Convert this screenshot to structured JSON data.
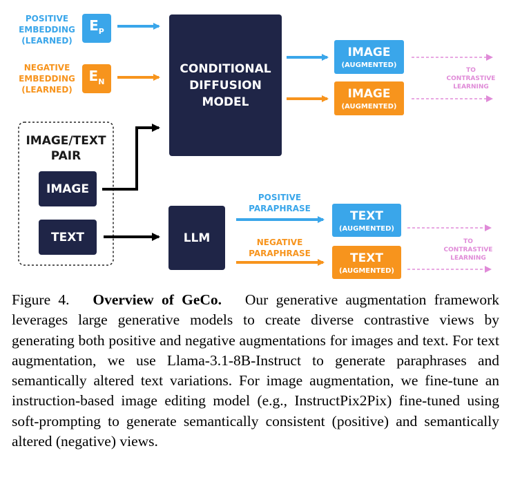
{
  "diagram": {
    "pos_embedding_label": [
      "POSITIVE",
      "EMBEDDING",
      "(LEARNED)"
    ],
    "neg_embedding_label": [
      "NEGATIVE",
      "EMBEDDING",
      "(LEARNED)"
    ],
    "ep": {
      "main": "E",
      "sub": "P"
    },
    "en": {
      "main": "E",
      "sub": "N"
    },
    "diffusion": [
      "CONDITIONAL",
      "DIFFUSION",
      "MODEL"
    ],
    "pair_title": [
      "IMAGE/TEXT",
      "PAIR"
    ],
    "image_box": "IMAGE",
    "text_box": "TEXT",
    "llm": "LLM",
    "img_aug_1": {
      "title": "IMAGE",
      "sub": "(AUGMENTED)"
    },
    "img_aug_2": {
      "title": "IMAGE",
      "sub": "(AUGMENTED)"
    },
    "txt_aug_1": {
      "title": "TEXT",
      "sub": "(AUGMENTED)"
    },
    "txt_aug_2": {
      "title": "TEXT",
      "sub": "(AUGMENTED)"
    },
    "pos_para": [
      "POSITIVE",
      "PARAPHRASE"
    ],
    "neg_para": [
      "NEGATIVE",
      "PARAPHRASE"
    ],
    "to_contrastive_1": [
      "TO",
      "CONTRASTIVE",
      "LEARNING"
    ],
    "to_contrastive_2": [
      "TO",
      "CONTRASTIVE",
      "LEARNING"
    ]
  },
  "caption": {
    "fig_label": "Figure 4.",
    "bold_title": "Overview of GeCo.",
    "body": "Our generative augmentation framework leverages large generative models to create diverse contrastive views by generating both positive and negative augmentations for images and text. For text augmentation, we use Llama-3.1-8B-Instruct to generate paraphrases and semantically altered text variations. For image augmentation, we fine-tune an instruction-based image editing model (e.g., InstructPix2Pix) fine-tuned using soft-prompting to generate semantically consistent (positive) and semantically altered (negative) views."
  },
  "colors": {
    "navy": "#1f2547",
    "blue": "#3aa6ea",
    "orange": "#f7941d",
    "pink": "#e08bd8"
  }
}
